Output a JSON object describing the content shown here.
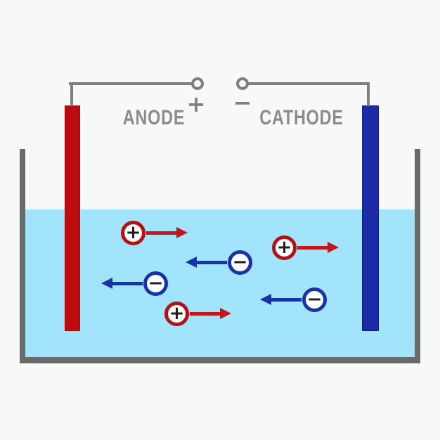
{
  "labels": {
    "anode": "ANODE",
    "cathode": "CATHODE",
    "anode_polarity": "+",
    "cathode_polarity": "−"
  },
  "ions": {
    "items": [
      {
        "charge": "positive",
        "sign": "+",
        "direction": "right",
        "moves_toward": "cathode"
      },
      {
        "charge": "positive",
        "sign": "+",
        "direction": "right",
        "moves_toward": "cathode"
      },
      {
        "charge": "positive",
        "sign": "+",
        "direction": "right",
        "moves_toward": "cathode"
      },
      {
        "charge": "negative",
        "sign": "−",
        "direction": "left",
        "moves_toward": "anode"
      },
      {
        "charge": "negative",
        "sign": "−",
        "direction": "left",
        "moves_toward": "anode"
      },
      {
        "charge": "negative",
        "sign": "−",
        "direction": "left",
        "moves_toward": "anode"
      }
    ]
  },
  "colors": {
    "background": "#F7F8F8",
    "electrolyte_liquid": "#A1E4FB",
    "container_wall": "#6A6A6A",
    "wire": "#7F7F7F",
    "label_text": "#8C8C8C",
    "anode_electrode": "#BE0B10",
    "cathode_electrode": "#1B2AA6",
    "positive_ion_ring": "#B01218",
    "negative_ion_ring": "#1733A5",
    "positive_arrow": "#C3161B",
    "negative_arrow": "#1733A5"
  }
}
